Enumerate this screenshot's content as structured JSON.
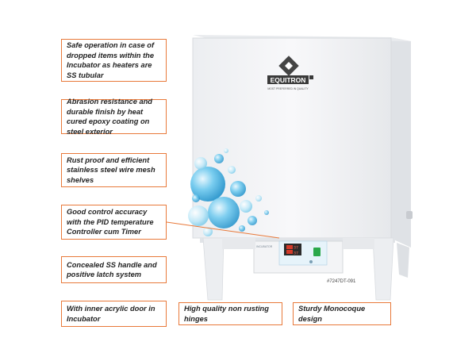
{
  "features": {
    "f1": "Safe operation in case of dropped items within the Incubator as heaters are SS tubular",
    "f2": "Abrasion resistance and durable finish by heat cured epoxy coating on steel exterior",
    "f3": "Rust proof and efficient stainless steel wire mesh shelves",
    "f4": "Good control accuracy with the PID temperature Controller cum Timer",
    "f5": "Concealed SS handle and positive latch system",
    "f6": "With inner acrylic door in Incubator",
    "f7": "High quality non rusting hinges",
    "f8": "Sturdy Monocoque design"
  },
  "product": {
    "brand": "EQUITRON",
    "tagline": "MOST PREFERRED IN QUALITY",
    "model_code": "#7247DT-091",
    "panel_label": "INCUBATOR",
    "display_top": "37",
    "display_bottom": "37"
  },
  "colors": {
    "callout_border": "#e8793a",
    "cabinet": "#f4f4f6",
    "bubble": "#49b8e6",
    "display": "#d33a2a",
    "switch": "#2aa84a"
  }
}
